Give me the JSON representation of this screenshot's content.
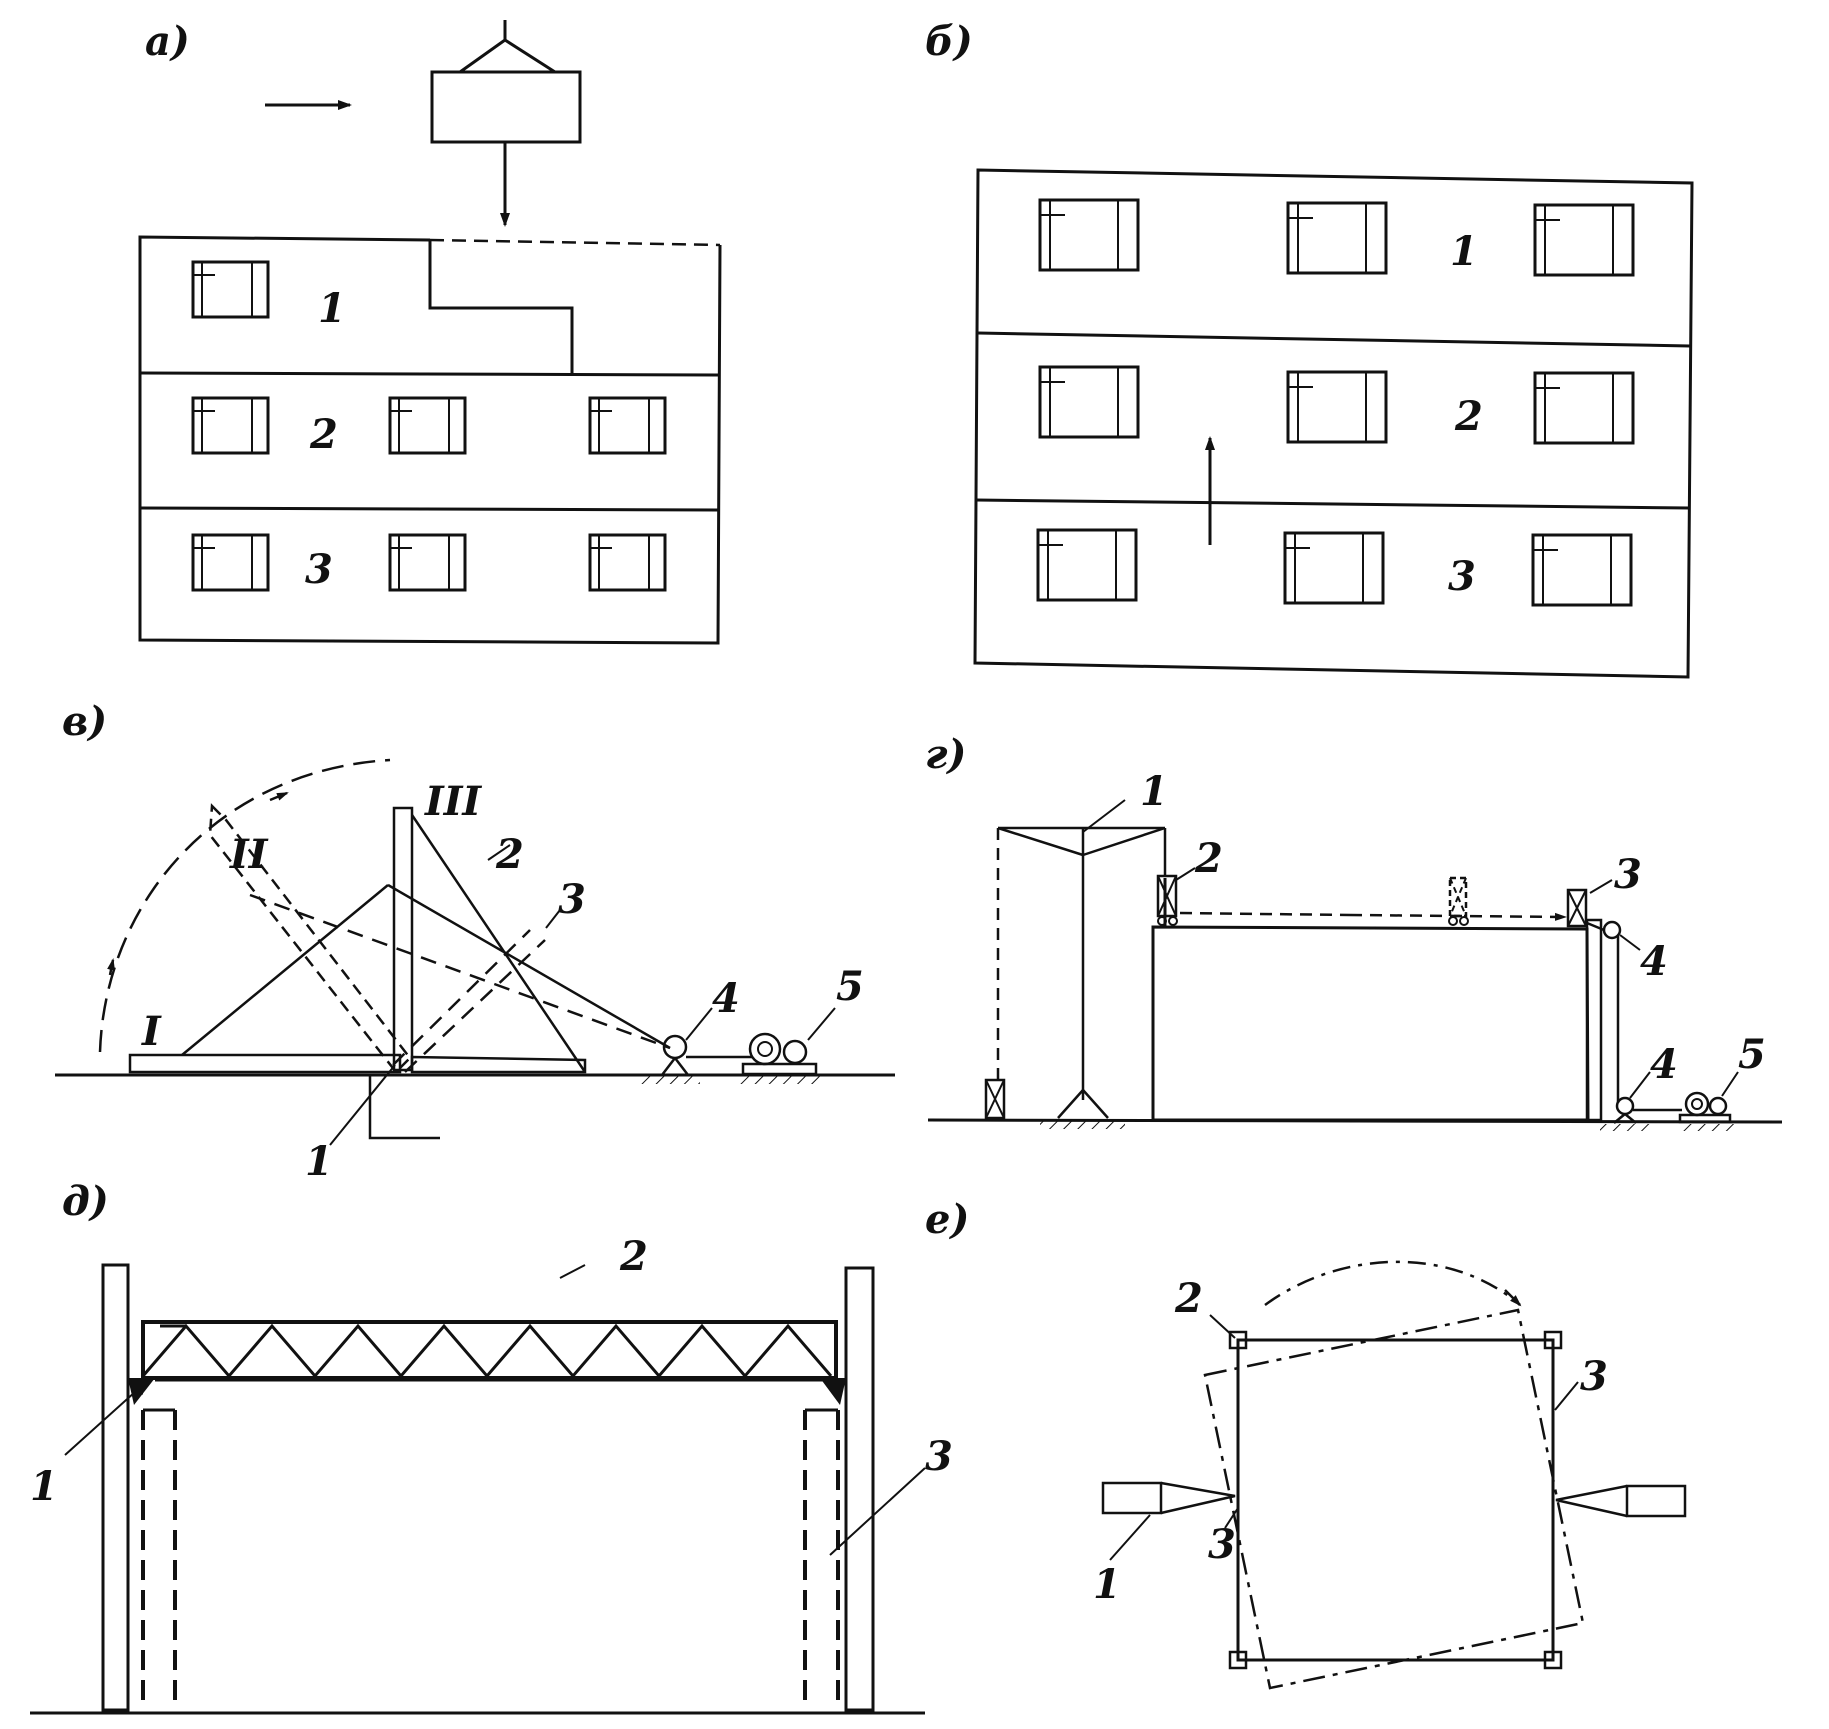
{
  "panels": {
    "a": {
      "label": "а)",
      "floors": [
        "1",
        "2",
        "3"
      ]
    },
    "b": {
      "label": "б)",
      "floors": [
        "1",
        "2",
        "3"
      ]
    },
    "v": {
      "label": "в)",
      "positions": [
        "I",
        "II",
        "III"
      ],
      "parts": [
        "1",
        "2",
        "3",
        "4",
        "5"
      ]
    },
    "g": {
      "label": "г)",
      "parts": [
        "1",
        "2",
        "3",
        "4",
        "4",
        "5"
      ]
    },
    "d": {
      "label": "д)",
      "parts": [
        "1",
        "2",
        "3"
      ]
    },
    "e": {
      "label": "е)",
      "parts": [
        "1",
        "2",
        "3",
        "3"
      ]
    }
  }
}
